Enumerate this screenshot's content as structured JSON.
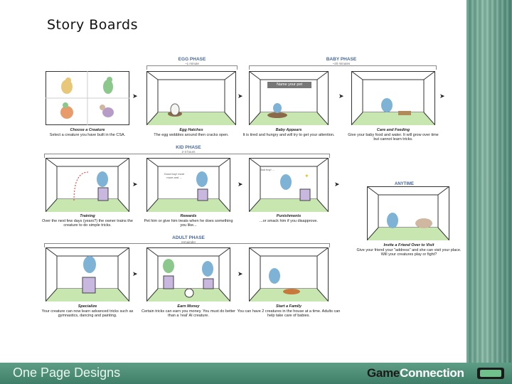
{
  "slide": {
    "title": "Story Boards",
    "footer_left": "One Page Designs",
    "footer_brand_game": "Game",
    "footer_brand_connection": "Connection"
  },
  "phases": {
    "egg": {
      "name": "EGG PHASE",
      "sub": "~1 minute"
    },
    "baby": {
      "name": "BABY PHASE",
      "sub": "~20 minutes"
    },
    "kid": {
      "name": "KID PHASE",
      "sub": "2-3 hours"
    },
    "adult": {
      "name": "ADULT PHASE",
      "sub": "remainder"
    },
    "anytime": "ANYTIME"
  },
  "name_field": "Name your pet",
  "panels": {
    "choose": {
      "title": "Choose a Creature",
      "desc": "Select a creature you have built in the CSA."
    },
    "egg": {
      "title": "Egg Hatches",
      "desc": "The egg wobbles around then cracks open."
    },
    "baby": {
      "title": "Baby Appears",
      "desc": "It is tired and hungry and will try to get your attention."
    },
    "care": {
      "title": "Care and Feeding",
      "desc": "Give your baby food and water. It will grow over time but cannot learn tricks."
    },
    "training": {
      "title": "Training",
      "desc": "Over the next few days (years?) the owner trains the creature to do simple tricks."
    },
    "rewards": {
      "title": "Rewards",
      "desc": "Pet him or give him treats when he does something you like..."
    },
    "punish": {
      "title": "Punishments",
      "desc": "...or smack him if you disapprove."
    },
    "friend": {
      "title": "Invite a Friend Over to Visit",
      "desc": "Give your friend your \"address\" and she can visit your place. Will your creatures play or fight?"
    },
    "special": {
      "title": "Specialize",
      "desc": "Your creature can now learn advanced tricks such as gymnastics, dancing and painting."
    },
    "money": {
      "title": "Earn Money",
      "desc": "Certain tricks can earn you money. You must do better than a 'real' AI creature."
    },
    "family": {
      "title": "Start a Family",
      "desc": "You can have 2 creatures in the house at a time. Adults can help take care of babies."
    }
  },
  "bubbles": {
    "rewards": "Good boy! more more and ...",
    "punish": "Bad boy! ..."
  },
  "colors": {
    "creature": "#7fb3d5",
    "floor": "#b8dca0",
    "pedestal": "#c8b8e0",
    "phase": "#48689a"
  }
}
